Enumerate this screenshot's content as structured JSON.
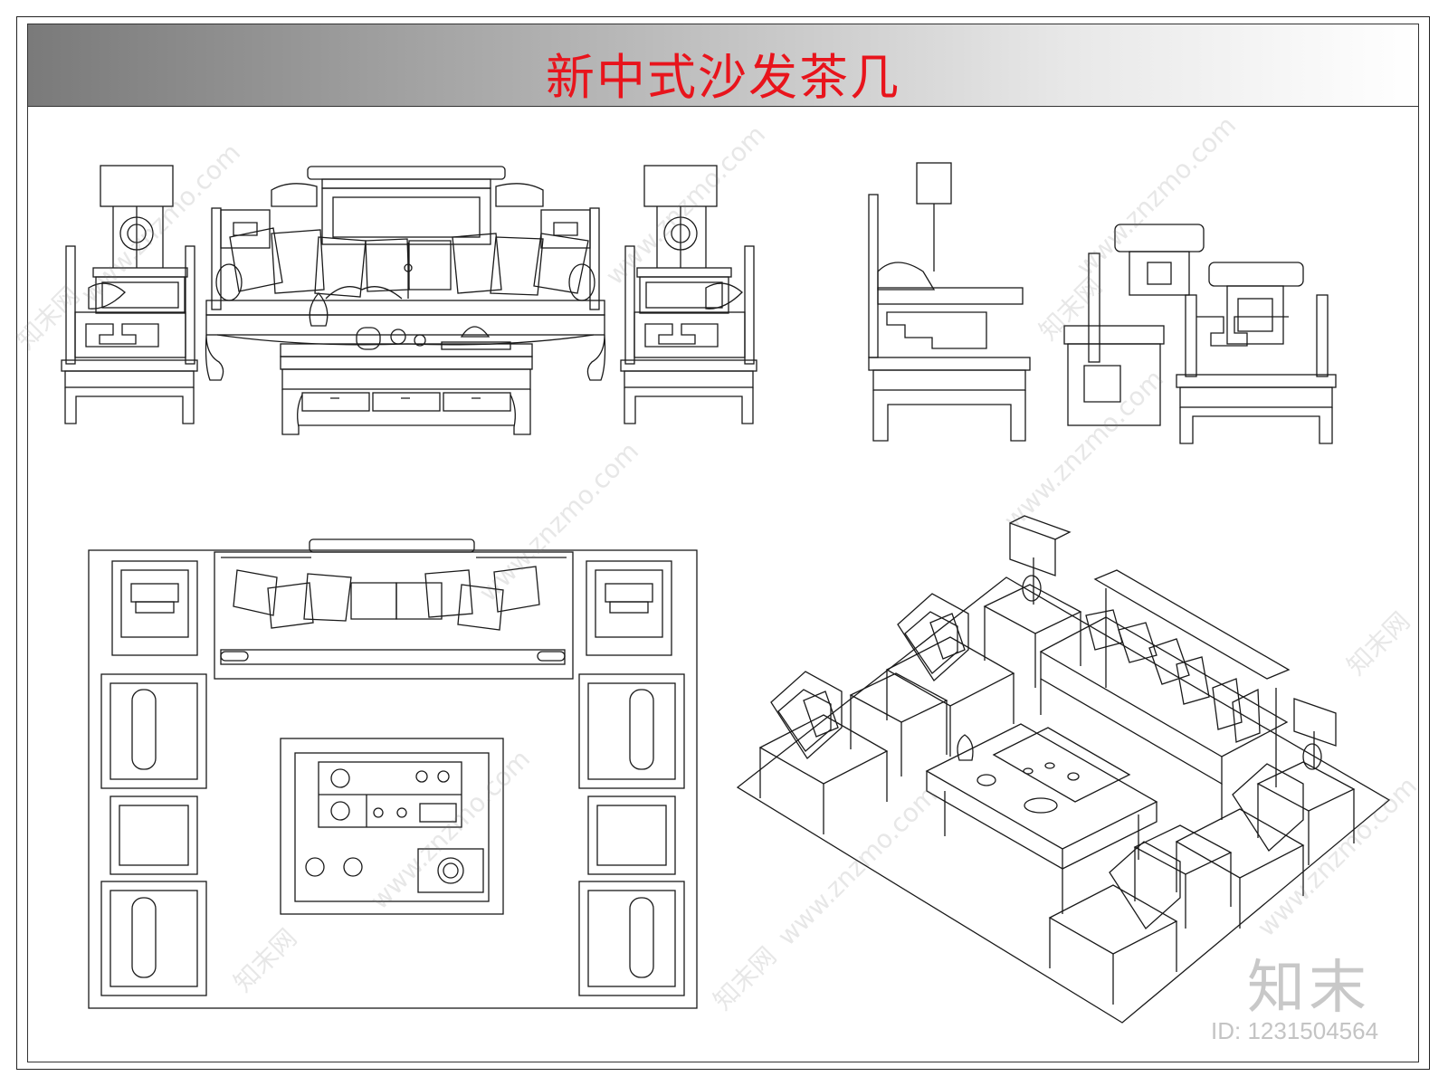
{
  "title": "新中式沙发茶几",
  "watermark": {
    "url_text": "www.znzmo.com",
    "brand_text": "知末网"
  },
  "logo_text": "知末",
  "image_id": "ID: 1231504564",
  "colors": {
    "title": "#e8141c",
    "line": "#1a1a1a",
    "title_bar_start": "#7a7a7a",
    "title_bar_end": "#ffffff"
  }
}
